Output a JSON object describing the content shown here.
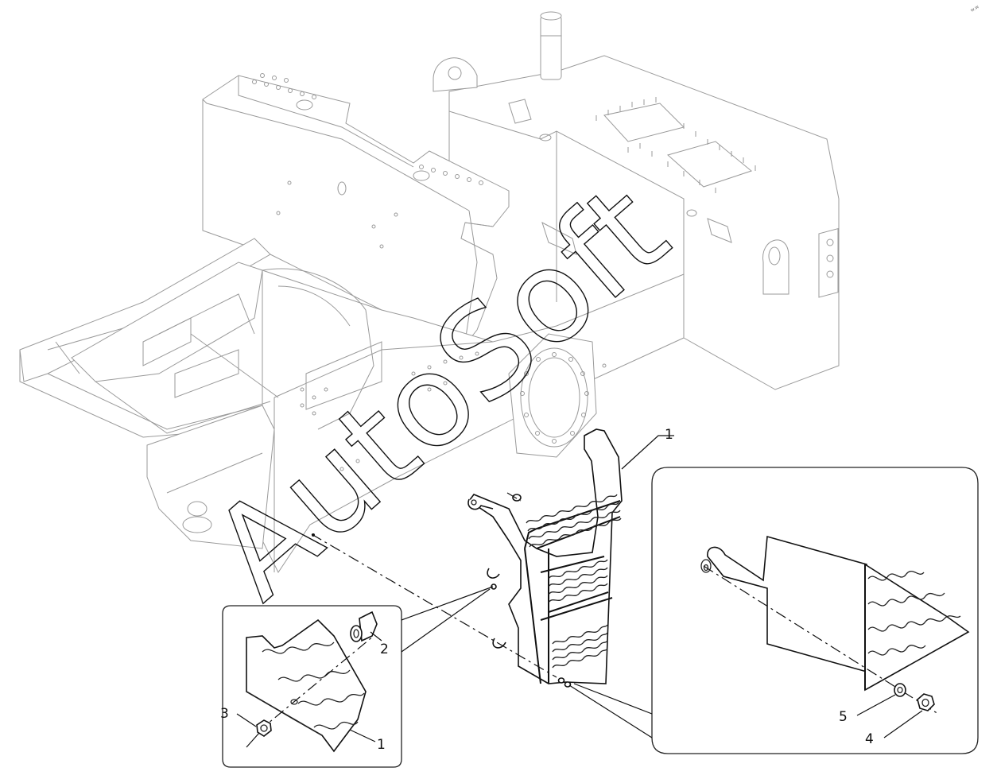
{
  "diagram": {
    "watermark": "AutoSoft",
    "corner_mark": "w.w",
    "callouts": {
      "main_step": "1",
      "detail_left_part": "1",
      "detail_left_bolt": "2",
      "detail_left_nut": "3",
      "detail_right_nut": "4",
      "detail_right_washer": "5"
    }
  }
}
